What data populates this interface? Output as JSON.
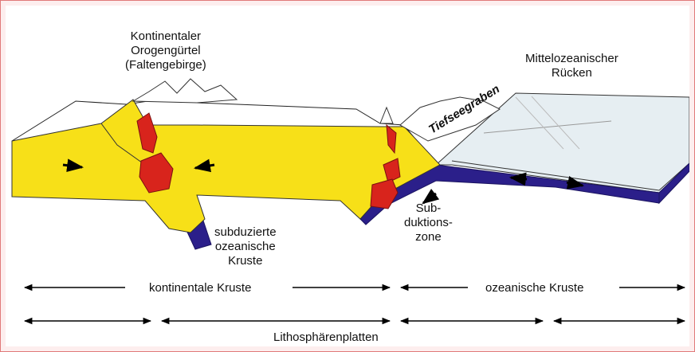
{
  "labels": {
    "orogen": "Kontinentaler\nOrogengürtel\n(Faltengebirge)",
    "ridge": "Mittelozeanischer\nRücken",
    "trench": "Tiefseegraben",
    "subducted": "subduzierte\nozeanische\nKruste",
    "subduction_zone": "Sub-\nduktions-\nzone",
    "continental_crust": "kontinentale Kruste",
    "oceanic_crust": "ozeanische Kruste",
    "plates": "Lithosphärenplatten"
  },
  "colors": {
    "continental": "#f7e018",
    "magma": "#d8241c",
    "oceanic": "#2b1f8a",
    "ocean_surface": "#e6eef2",
    "frame": "#e07a7a",
    "background": "#fdeeee"
  }
}
